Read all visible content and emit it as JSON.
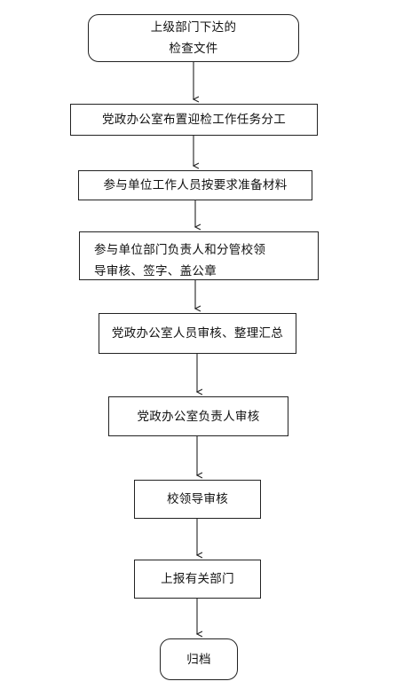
{
  "flowchart": {
    "steps": [
      {
        "lines": [
          "上级部门下达的",
          "检查文件"
        ]
      },
      {
        "lines": [
          "党政办公室布置迎检工作任务分工"
        ]
      },
      {
        "lines": [
          "参与单位工作人员按要求准备材料"
        ]
      },
      {
        "lines": [
          "参与单位部门负责人和分管校领",
          "导审核、签字、盖公章"
        ]
      },
      {
        "lines": [
          "党政办公室人员审核、整理汇总"
        ]
      },
      {
        "lines": [
          "党政办公室负责人审核"
        ]
      },
      {
        "lines": [
          "校领导审核"
        ]
      },
      {
        "lines": [
          "上报有关部门"
        ]
      },
      {
        "lines": [
          "归档"
        ]
      }
    ],
    "line_color": "#222222"
  }
}
